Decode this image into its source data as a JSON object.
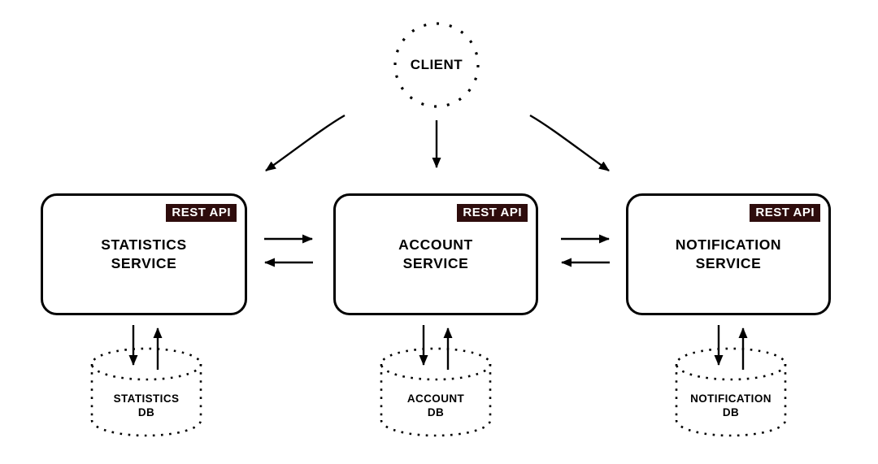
{
  "client": {
    "label": "CLIENT"
  },
  "services": [
    {
      "badge": "REST API",
      "name_line1": "STATISTICS",
      "name_line2": "SERVICE",
      "db": {
        "name_line1": "STATISTICS",
        "name_line2": "DB"
      }
    },
    {
      "badge": "REST API",
      "name_line1": "ACCOUNT",
      "name_line2": "SERVICE",
      "db": {
        "name_line1": "ACCOUNT",
        "name_line2": "DB"
      }
    },
    {
      "badge": "REST API",
      "name_line1": "NOTIFICATION",
      "name_line2": "SERVICE",
      "db": {
        "name_line1": "NOTIFICATION",
        "name_line2": "DB"
      }
    }
  ],
  "colors": {
    "background": "#ffffff",
    "line": "#000000",
    "badge_bg": "#2e0c0c",
    "badge_text": "#ffffff"
  }
}
